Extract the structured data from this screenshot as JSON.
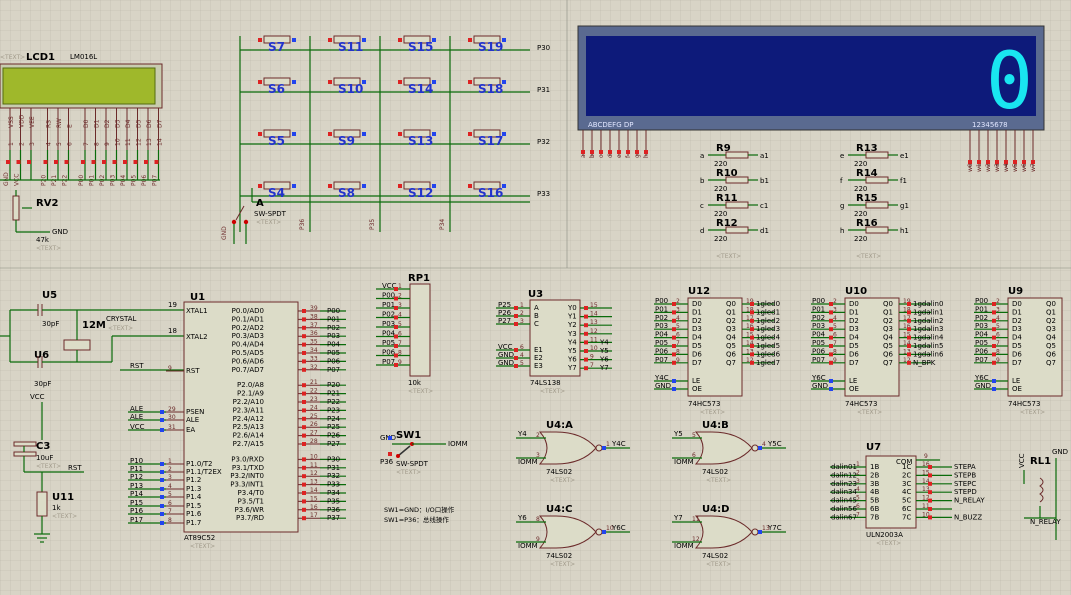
{
  "lcd": {
    "ref": "LCD1",
    "model": "LM016L",
    "text": "<TEXT>",
    "pins": [
      "VSS",
      "VDD",
      "VEE",
      "RS",
      "RW",
      "E",
      "D0",
      "D1",
      "D2",
      "D3",
      "D4",
      "D5",
      "D6",
      "D7"
    ],
    "nums": [
      "1",
      "2",
      "3",
      "4",
      "5",
      "6",
      "7",
      "8",
      "9",
      "10",
      "11",
      "12",
      "13",
      "14"
    ],
    "nets": [
      "GND",
      "VCC",
      "",
      "P20",
      "P21",
      "P22",
      "P00",
      "P01",
      "P02",
      "P03",
      "P04",
      "P05",
      "P06",
      "P07"
    ]
  },
  "rv2": {
    "ref": "RV2",
    "value": "47k",
    "text": "<TEXT>",
    "gnd": "GND"
  },
  "switches": {
    "labels": [
      "S7",
      "S11",
      "S15",
      "S19",
      "S6",
      "S10",
      "S14",
      "S18",
      "S5",
      "S9",
      "S13",
      "S17",
      "S4",
      "S8",
      "S12",
      "S16"
    ],
    "rows": [
      "P30",
      "P31",
      "P32",
      "P33"
    ],
    "cols": [
      "P36",
      "P35",
      "P34"
    ]
  },
  "sw_a": {
    "ref": "A",
    "model": "SW-SPDT",
    "text": "<TEXT>",
    "net": "GND"
  },
  "seg": {
    "digit": "0",
    "left": "ABCDEFG DP",
    "right": "12345678",
    "pins": [
      "a",
      "b",
      "c",
      "d",
      "e",
      "f",
      "g",
      "h"
    ],
    "com": [
      "w0",
      "w1",
      "w2",
      "w3",
      "w4",
      "w5",
      "w6",
      "w7"
    ]
  },
  "resistors": [
    {
      "ref": "R9",
      "val": "220",
      "l": "a",
      "r": "a1"
    },
    {
      "ref": "R10",
      "val": "220",
      "l": "b",
      "r": "b1"
    },
    {
      "ref": "R11",
      "val": "220",
      "l": "c",
      "r": "c1"
    },
    {
      "ref": "R12",
      "val": "220",
      "l": "d",
      "r": "d1"
    },
    {
      "ref": "R13",
      "val": "220",
      "l": "e",
      "r": "e1"
    },
    {
      "ref": "R14",
      "val": "220",
      "l": "f",
      "r": "f1"
    },
    {
      "ref": "R15",
      "val": "220",
      "l": "g",
      "r": "g1"
    },
    {
      "ref": "R16",
      "val": "220",
      "l": "h",
      "r": "h1"
    }
  ],
  "rtext": "<TEXT>",
  "mcu": {
    "ref": "U1",
    "model": "AT89C52",
    "text": "<TEXT>",
    "left": [
      {
        "n": "19",
        "name": "XTAL1"
      },
      {
        "n": "18",
        "name": "XTAL2"
      },
      {
        "n": "9",
        "name": "RST",
        "net": "RST"
      },
      {
        "n": "29",
        "name": "PSEN",
        "net": "ALE"
      },
      {
        "n": "30",
        "name": "ALE",
        "net": "ALE"
      },
      {
        "n": "31",
        "name": "EA",
        "net": "VCC"
      },
      {
        "n": "1",
        "name": "P1.0/T2",
        "net": "P10"
      },
      {
        "n": "2",
        "name": "P1.1/T2EX",
        "net": "P11"
      },
      {
        "n": "3",
        "name": "P1.2",
        "net": "P12"
      },
      {
        "n": "4",
        "name": "P1.3",
        "net": "P13"
      },
      {
        "n": "5",
        "name": "P1.4",
        "net": "P14"
      },
      {
        "n": "6",
        "name": "P1.5",
        "net": "P15"
      },
      {
        "n": "7",
        "name": "P1.6",
        "net": "P16"
      },
      {
        "n": "8",
        "name": "P1.7",
        "net": "P17"
      }
    ],
    "right": [
      {
        "n": "39",
        "name": "P0.0/AD0",
        "net": "P00"
      },
      {
        "n": "38",
        "name": "P0.1/AD1",
        "net": "P01"
      },
      {
        "n": "37",
        "name": "P0.2/AD2",
        "net": "P02"
      },
      {
        "n": "36",
        "name": "P0.3/AD3",
        "net": "P03"
      },
      {
        "n": "35",
        "name": "P0.4/AD4",
        "net": "P04"
      },
      {
        "n": "34",
        "name": "P0.5/AD5",
        "net": "P05"
      },
      {
        "n": "33",
        "name": "P0.6/AD6",
        "net": "P06"
      },
      {
        "n": "32",
        "name": "P0.7/AD7",
        "net": "P07"
      },
      {
        "n": "21",
        "name": "P2.0/A8",
        "net": "P20"
      },
      {
        "n": "22",
        "name": "P2.1/A9",
        "net": "P21"
      },
      {
        "n": "23",
        "name": "P2.2/A10",
        "net": "P22"
      },
      {
        "n": "24",
        "name": "P2.3/A11",
        "net": "P23"
      },
      {
        "n": "25",
        "name": "P2.4/A12",
        "net": "P24"
      },
      {
        "n": "26",
        "name": "P2.5/A13",
        "net": "P25"
      },
      {
        "n": "27",
        "name": "P2.6/A14",
        "net": "P26"
      },
      {
        "n": "28",
        "name": "P2.7/A15",
        "net": "P27"
      },
      {
        "n": "10",
        "name": "P3.0/RXD",
        "net": "P30"
      },
      {
        "n": "11",
        "name": "P3.1/TXD",
        "net": "P31"
      },
      {
        "n": "12",
        "name": "P3.2/INT0",
        "net": "P32"
      },
      {
        "n": "13",
        "name": "P3.3/INT1",
        "net": "P33"
      },
      {
        "n": "14",
        "name": "P3.4/T0",
        "net": "P34"
      },
      {
        "n": "15",
        "name": "P3.5/T1",
        "net": "P35"
      },
      {
        "n": "16",
        "name": "P3.6/WR",
        "net": "P36"
      },
      {
        "n": "17",
        "name": "P3.7/RD",
        "net": "P37"
      }
    ]
  },
  "u5": {
    "ref": "U5",
    "cap": "30pF",
    "xtal": "12M",
    "xmodel": "CRYSTAL",
    "text": "<TEXT>"
  },
  "u6": {
    "ref": "U6",
    "cap": "30pF"
  },
  "c3": {
    "ref": "C3",
    "val": "10uF",
    "text": "<TEXT>",
    "vcc": "VCC",
    "rst": "RST"
  },
  "u11": {
    "ref": "U11",
    "val": "1k",
    "text": "<TEXT>"
  },
  "rp1": {
    "ref": "RP1",
    "val": "10k",
    "text": "<TEXT>",
    "nets": [
      "VCC",
      "P00",
      "P01",
      "P02",
      "P03",
      "P04",
      "P05",
      "P06",
      "P07"
    ],
    "nums": [
      "1",
      "2",
      "3",
      "4",
      "5",
      "6",
      "7",
      "8",
      "9"
    ]
  },
  "u3": {
    "ref": "U3",
    "model": "74LS138",
    "text": "<TEXT>",
    "lnets": [
      "P25",
      "P26",
      "P27",
      "VCC",
      "GND",
      "GND"
    ],
    "lnums": [
      "1",
      "2",
      "3",
      "6",
      "4",
      "5"
    ],
    "lnames": [
      "A",
      "B",
      "C",
      "E1",
      "E2",
      "E3"
    ],
    "rnames": [
      "Y0",
      "Y1",
      "Y2",
      "Y3",
      "Y4",
      "Y5",
      "Y6",
      "Y7"
    ],
    "rnums": [
      "15",
      "14",
      "13",
      "12",
      "11",
      "10",
      "9",
      "7"
    ],
    "rnets": [
      "",
      "",
      "",
      "",
      "Y4",
      "Y5",
      "Y6",
      "Y7"
    ]
  },
  "u12": {
    "ref": "U12",
    "model": "74HC573",
    "text": "<TEXT>",
    "lnets": [
      "P00",
      "P01",
      "P02",
      "P03",
      "P04",
      "P05",
      "P06",
      "P07"
    ],
    "rnets": [
      "1gled0",
      "1gled1",
      "1gled2",
      "1gled3",
      "1gled4",
      "1gled5",
      "1gled6",
      "1gled7"
    ],
    "le": "Y4C",
    "oe": "GND"
  },
  "u10": {
    "ref": "U10",
    "model": "74HC573",
    "text": "<TEXT>",
    "lnets": [
      "P00",
      "P01",
      "P02",
      "P03",
      "P04",
      "P05",
      "P06",
      "P07"
    ],
    "rnets": [
      "1gdalin0",
      "1gdalin1",
      "1gdalin2",
      "1gdalin3",
      "1gdalin4",
      "1gdalin5",
      "1gdalin6",
      "N_BPK"
    ],
    "le": "Y6C",
    "oe": "GND"
  },
  "u9": {
    "ref": "U9",
    "model": "74HC573",
    "text": "<TEXT>",
    "lnets": [
      "P00",
      "P01",
      "P02",
      "P03",
      "P04",
      "P05",
      "P06",
      "P07"
    ],
    "le": "Y6C",
    "oe": "GND"
  },
  "latch_pins": {
    "l": [
      "D0",
      "D1",
      "D2",
      "D3",
      "D4",
      "D5",
      "D6",
      "D7"
    ],
    "r": [
      "Q0",
      "Q1",
      "Q2",
      "Q3",
      "Q4",
      "Q5",
      "Q6",
      "Q7"
    ],
    "lnums": [
      "2",
      "3",
      "4",
      "5",
      "6",
      "7",
      "8",
      "9"
    ],
    "rnums": [
      "19",
      "18",
      "17",
      "16",
      "15",
      "14",
      "13",
      "12"
    ]
  },
  "sw1": {
    "ref": "SW1",
    "model": "SW-SPDT",
    "text": "<TEXT>",
    "gnd": "GND",
    "p36": "P36",
    "iomm": "IOMM"
  },
  "note": {
    "l1": "SW1=GND：I/O口操作",
    "l2": "SW1=P36：总线操作"
  },
  "gates": [
    {
      "ref": "U4:A",
      "in": "Y4",
      "iomm": "IOMM",
      "out": "Y4C",
      "n1": "2",
      "n2": "3",
      "n3": "1",
      "model": "74LS02",
      "text": "<TEXT>"
    },
    {
      "ref": "U4:B",
      "in": "Y5",
      "iomm": "IOMM",
      "out": "Y5C",
      "n1": "5",
      "n2": "6",
      "n3": "4",
      "model": "74LS02",
      "text": "<TEXT>"
    },
    {
      "ref": "U4:C",
      "in": "Y6",
      "iomm": "IOMM",
      "out": "Y6C",
      "n1": "8",
      "n2": "9",
      "n3": "10",
      "model": "74LS02",
      "text": "<TEXT>"
    },
    {
      "ref": "U4:D",
      "in": "Y7",
      "iomm": "IOMM",
      "out": "Y7C",
      "n1": "11",
      "n2": "12",
      "n3": "13",
      "model": "74LS02",
      "text": "<TEXT>"
    }
  ],
  "u7": {
    "ref": "U7",
    "model": "ULN2003A",
    "text": "<TEXT>",
    "com": "COM",
    "lnets": [
      "dalin01",
      "dalin12",
      "dalin23",
      "dalin34",
      "dalin45",
      "dalin56",
      "dalin67"
    ],
    "lnames": [
      "1B",
      "2B",
      "3B",
      "4B",
      "5B",
      "6B",
      "7B"
    ],
    "lnums": [
      "1",
      "2",
      "3",
      "4",
      "5",
      "6",
      "7"
    ],
    "rnames": [
      "1C",
      "2C",
      "3C",
      "4C",
      "5C",
      "6C",
      "7C"
    ],
    "rnums": [
      "16",
      "15",
      "14",
      "13",
      "12",
      "11",
      "10"
    ],
    "rnets": [
      "STEPA",
      "STEPB",
      "STEPC",
      "STEPD",
      "N_RELAY",
      "",
      "N_BUZZ"
    ],
    "comnum": "9"
  },
  "rl1": {
    "ref": "RL1",
    "vcc": "VCC",
    "gnd": "GND",
    "net": "N_RELAY"
  }
}
